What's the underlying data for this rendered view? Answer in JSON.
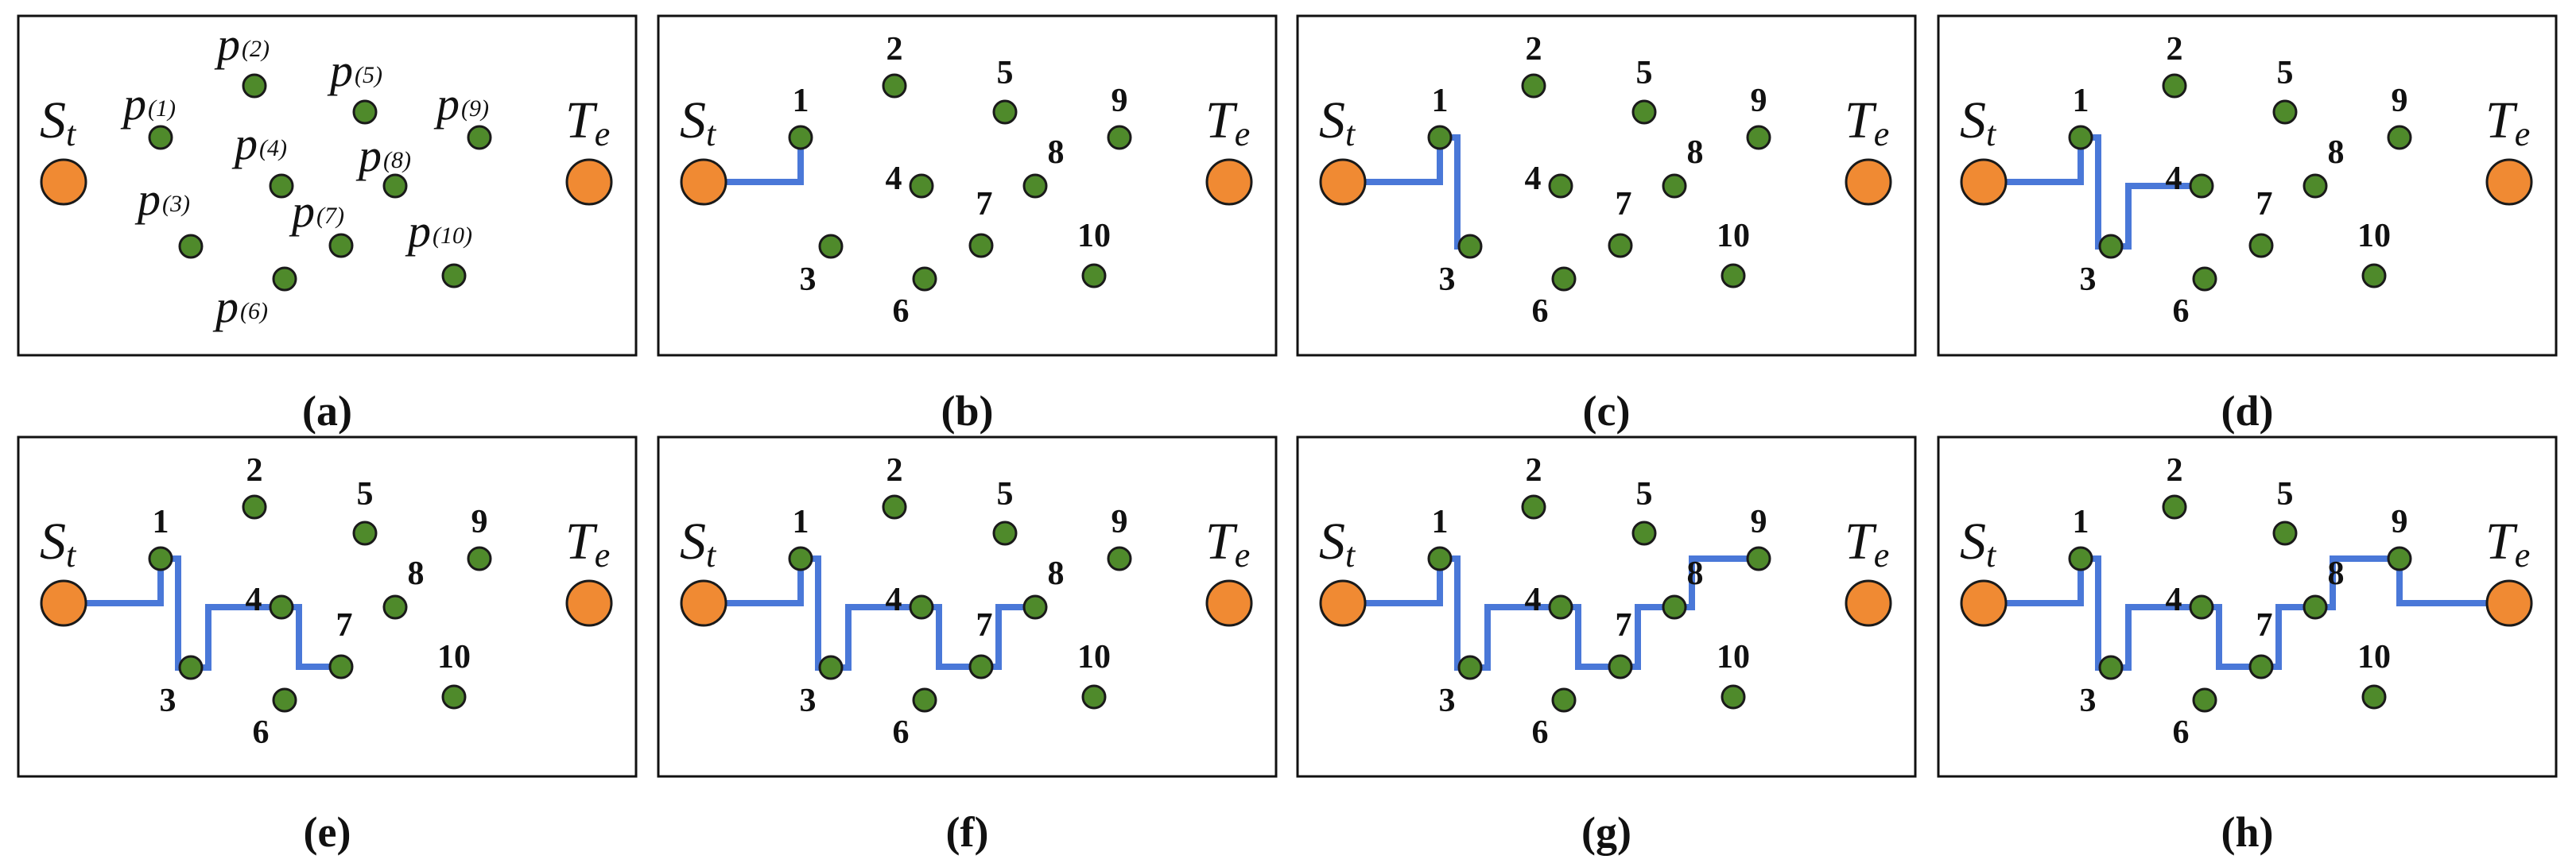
{
  "terminals": {
    "start": {
      "main": "S",
      "sub": "t",
      "color": "#f08a33"
    },
    "end": {
      "main": "T",
      "sub": "e",
      "color": "#f08a33"
    }
  },
  "point_prefix": "p",
  "colors": {
    "node": "#4f8a2b",
    "path": "#4a78d8",
    "frame": "#111111"
  },
  "panels": [
    {
      "caption": "(a)",
      "style": "symbolic",
      "path": []
    },
    {
      "caption": "(b)",
      "style": "numbered",
      "path": [
        "start",
        1
      ]
    },
    {
      "caption": "(c)",
      "style": "numbered",
      "path": [
        "start",
        1,
        3
      ]
    },
    {
      "caption": "(d)",
      "style": "numbered",
      "path": [
        "start",
        1,
        3,
        4
      ]
    },
    {
      "caption": "(e)",
      "style": "numbered",
      "path": [
        "start",
        1,
        3,
        4,
        7
      ]
    },
    {
      "caption": "(f)",
      "style": "numbered",
      "path": [
        "start",
        1,
        3,
        4,
        7,
        8
      ]
    },
    {
      "caption": "(g)",
      "style": "numbered",
      "path": [
        "start",
        1,
        3,
        4,
        7,
        8,
        9
      ]
    },
    {
      "caption": "(h)",
      "style": "numbered",
      "path": [
        "start",
        1,
        3,
        4,
        7,
        8,
        9,
        "end"
      ]
    }
  ],
  "points": [
    {
      "id": 1,
      "label": "1",
      "sub": "(1)"
    },
    {
      "id": 2,
      "label": "2",
      "sub": "(2)"
    },
    {
      "id": 3,
      "label": "3",
      "sub": "(3)"
    },
    {
      "id": 4,
      "label": "4",
      "sub": "(4)"
    },
    {
      "id": 5,
      "label": "5",
      "sub": "(5)"
    },
    {
      "id": 6,
      "label": "6",
      "sub": "(6)"
    },
    {
      "id": 7,
      "label": "7",
      "sub": "(7)"
    },
    {
      "id": 8,
      "label": "8",
      "sub": "(8)"
    },
    {
      "id": 9,
      "label": "9",
      "sub": "(9)"
    },
    {
      "id": 10,
      "label": "10",
      "sub": "(10)"
    }
  ]
}
